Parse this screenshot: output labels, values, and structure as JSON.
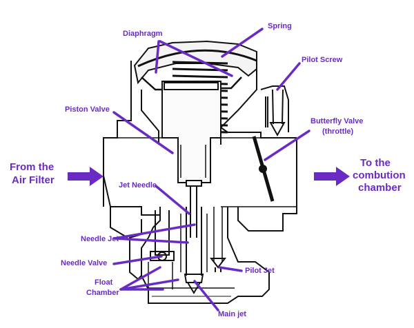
{
  "labels": {
    "diaphragm": "Diaphragm",
    "spring": "Spring",
    "pilot_screw": "Pilot Screw",
    "piston_valve": "Piston Valve",
    "butterfly_valve": "Butterfly Valve",
    "throttle": "(throttle)",
    "from_line1": "From the",
    "from_line2": "Air Filter",
    "to_line1": "To the",
    "to_line2": "combution",
    "to_line3": "chamber",
    "jet_needle": "Jet Needle",
    "needle_jet": "Needle Jet",
    "needle_valve": "Needle Valve",
    "pilot_jet": "Pilot Jet",
    "float_line1": "Float",
    "float_line2": "Chamber",
    "main_jet": "Main jet"
  },
  "colors": {
    "accent": "#6a2bc4",
    "outline": "#111111"
  }
}
